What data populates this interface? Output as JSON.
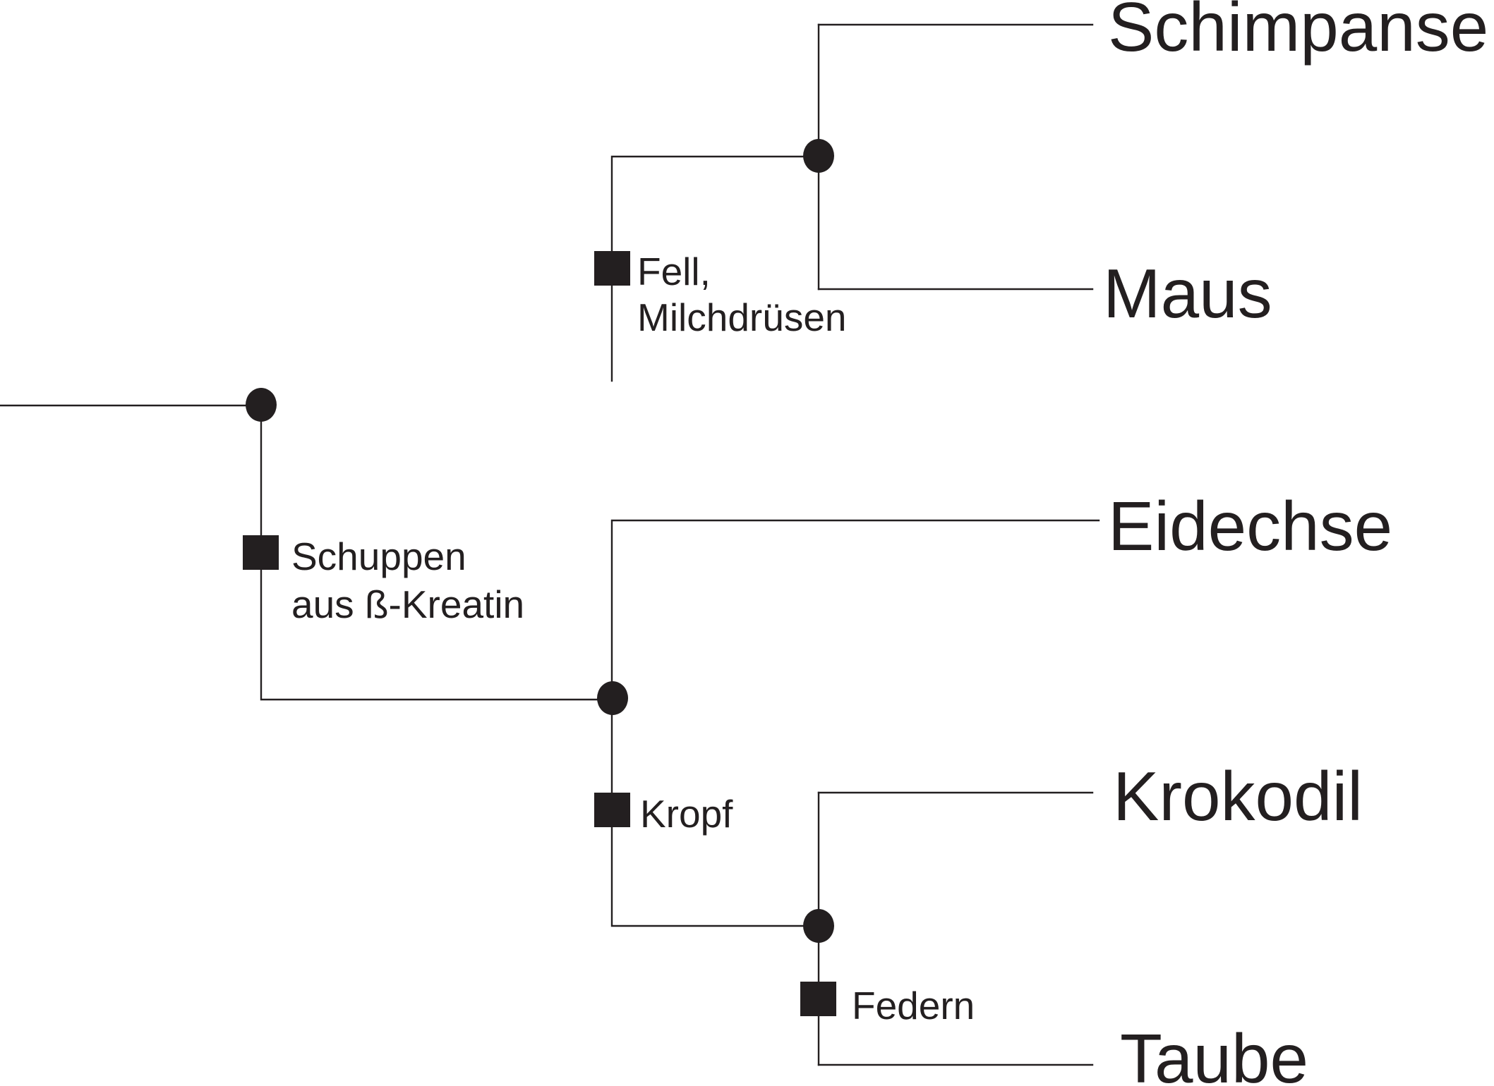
{
  "taxa": {
    "schimpanse": "Schimpanse",
    "maus": "Maus",
    "eidechse": "Eidechse",
    "krokodil": "Krokodil",
    "taube": "Taube"
  },
  "traits": {
    "fell": {
      "line1": "Fell,",
      "line2": "Milchdrüsen"
    },
    "schuppen": {
      "line1": "Schuppen",
      "line2": "aus ß-Kreatin"
    },
    "kropf": {
      "line1": "Kropf"
    },
    "federn": {
      "line1": "Federn"
    }
  },
  "colors": {
    "ink": "#231f20",
    "background": "#ffffff"
  }
}
